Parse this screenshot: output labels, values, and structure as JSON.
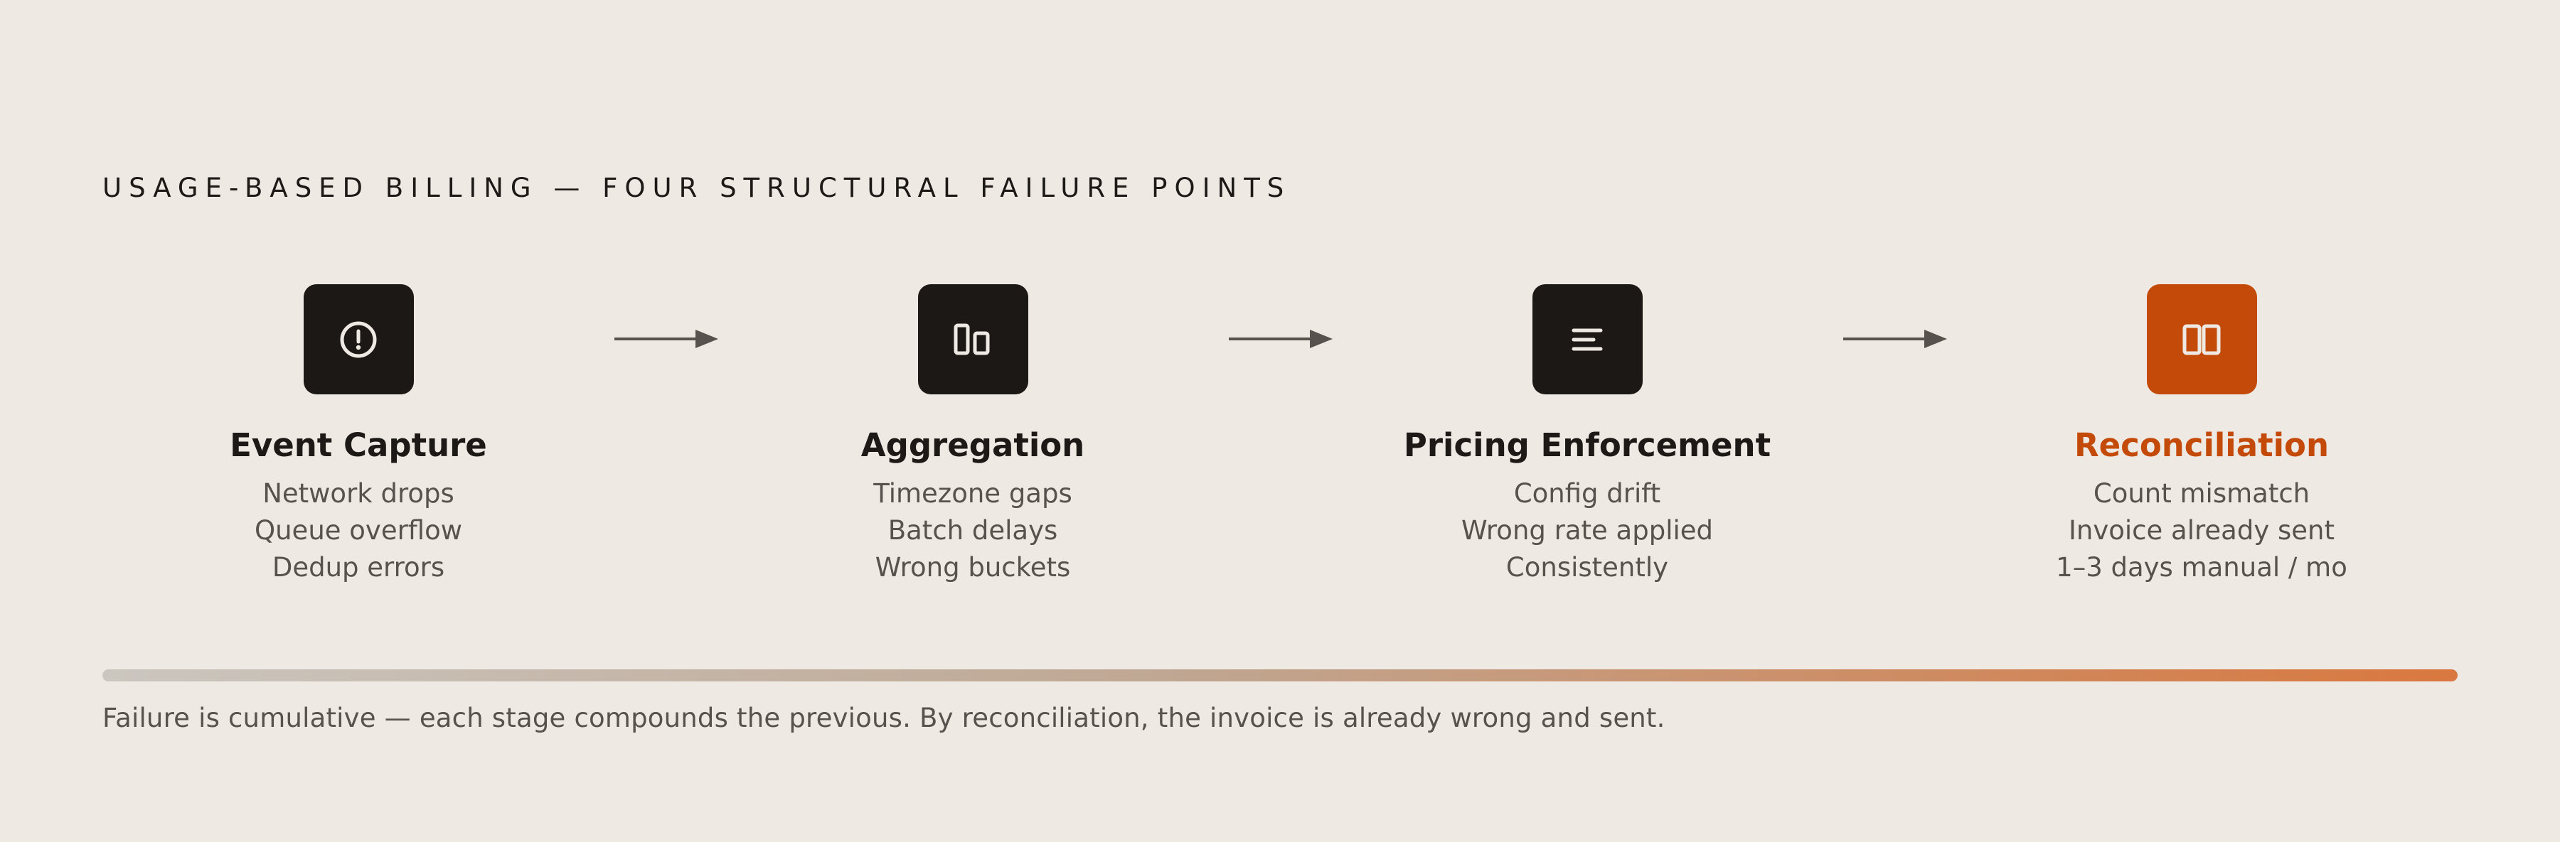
{
  "title": "USAGE-BASED BILLING — FOUR STRUCTURAL FAILURE POINTS",
  "stages": [
    {
      "title": "Event Capture",
      "icon": "alert-circle-icon",
      "details": [
        "Network drops",
        "Queue overflow",
        "Dedup errors"
      ]
    },
    {
      "title": "Aggregation",
      "icon": "columns-icon",
      "details": [
        "Timezone gaps",
        "Batch delays",
        "Wrong buckets"
      ]
    },
    {
      "title": "Pricing Enforcement",
      "icon": "align-left-icon",
      "details": [
        "Config drift",
        "Wrong rate applied",
        "Consistently"
      ]
    },
    {
      "title": "Reconciliation",
      "icon": "split-columns-icon",
      "details": [
        "Count mismatch",
        "Invoice already sent",
        "1–3 days manual / mo"
      ]
    }
  ],
  "footnote": "Failure is cumulative — each stage compounds the previous. By reconciliation, the invoice is already wrong and sent.",
  "colors": {
    "background": "#eeeae3",
    "icon_tile": "#1c1815",
    "accent": "#c44a0a",
    "text_primary": "#1c1917",
    "text_secondary": "#57524d",
    "arrow": "#57524d",
    "gradient_start": "#cbc6bf",
    "gradient_end": "#d9783f"
  }
}
